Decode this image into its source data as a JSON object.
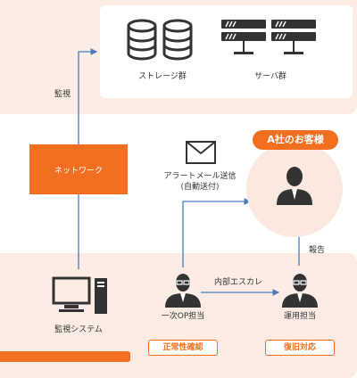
{
  "labels": {
    "storage": "ストレージ群",
    "servers": "サーバ群",
    "monitor": "監視",
    "network": "ネットワーク",
    "alert_line1": "アラートメール送信",
    "alert_line2": "(自動送付)",
    "customer": "A社のお客様",
    "report": "報告",
    "escalation": "内部エスカレ",
    "monitoring_system": "監視システム",
    "first_op": "一次OP担当",
    "ops": "運用担当",
    "health_check": "正常性確認",
    "recovery": "復旧対応"
  },
  "colors": {
    "accent": "#f26f21",
    "panel": "#fcece4",
    "icon": "#333333",
    "line": "#4a7bc0"
  }
}
